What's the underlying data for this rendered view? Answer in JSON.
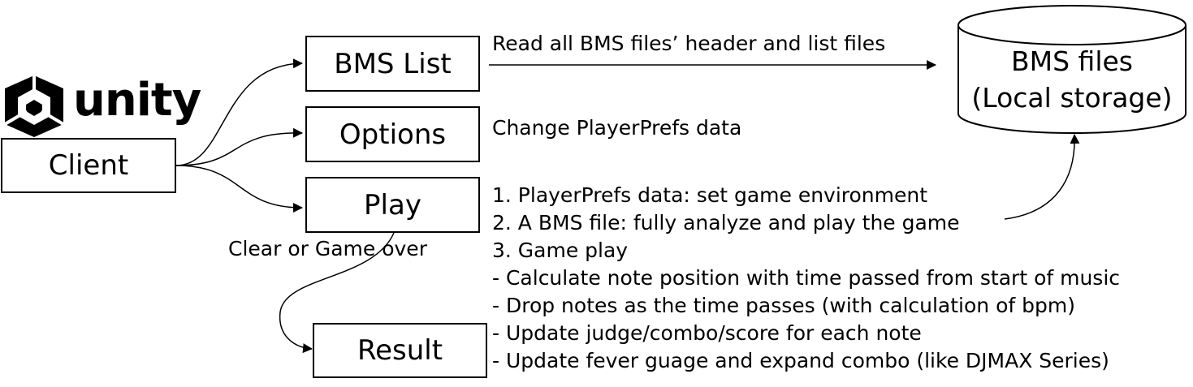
{
  "logo": {
    "brand_text": "unity"
  },
  "nodes": {
    "client": "Client",
    "bms_list": "BMS List",
    "options": "Options",
    "play": "Play",
    "result": "Result",
    "storage_line1": "BMS files",
    "storage_line2": "(Local storage)"
  },
  "edge_labels": {
    "bms_list": "Read all BMS files’ header and list files",
    "options": "Change PlayerPrefs data",
    "play_to_result": "Clear or Game over"
  },
  "play_steps": [
    "1. PlayerPrefs data: set game environment",
    "2. A BMS file: fully analyze and play the game",
    "3. Game play",
    "- Calculate note position with time passed from start of music",
    "- Drop notes as the time passes (with calculation of bpm)",
    "- Update judge/combo/score for each note",
    "- Update fever guage and expand combo (like DJMAX Series)"
  ]
}
